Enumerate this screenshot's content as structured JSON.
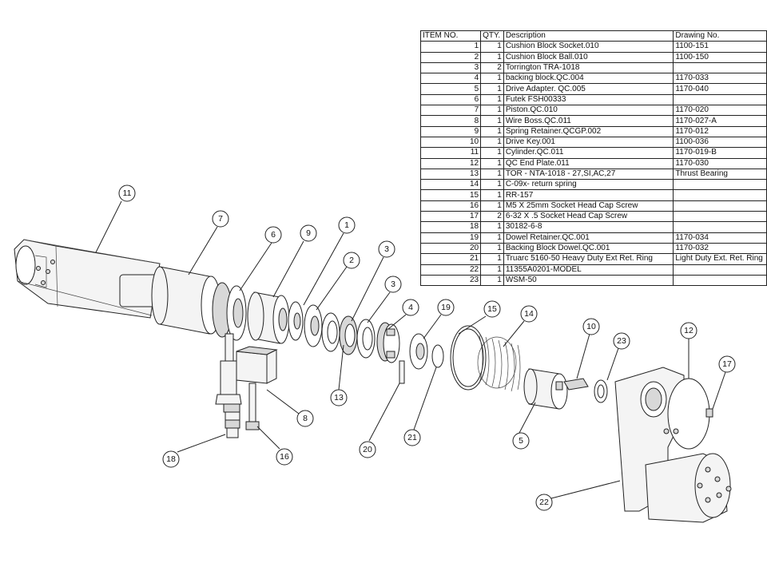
{
  "bom": {
    "headers": [
      "ITEM NO.",
      "QTY.",
      "Description",
      "Drawing No."
    ],
    "rows": [
      {
        "item": "1",
        "qty": "1",
        "desc": "Cushion Block Socket.010",
        "dwg": "1100-151"
      },
      {
        "item": "2",
        "qty": "1",
        "desc": "Cushion Block Ball.010",
        "dwg": "1100-150"
      },
      {
        "item": "3",
        "qty": "2",
        "desc": "Torrington TRA-1018",
        "dwg": ""
      },
      {
        "item": "4",
        "qty": "1",
        "desc": "backing block.QC.004",
        "dwg": "1170-033"
      },
      {
        "item": "5",
        "qty": "1",
        "desc": "Drive Adapter. QC.005",
        "dwg": "1170-040"
      },
      {
        "item": "6",
        "qty": "1",
        "desc": "Futek FSH00333",
        "dwg": ""
      },
      {
        "item": "7",
        "qty": "1",
        "desc": "Piston.QC.010",
        "dwg": "1170-020"
      },
      {
        "item": "8",
        "qty": "1",
        "desc": "Wire Boss.QC.011",
        "dwg": "1170-027-A"
      },
      {
        "item": "9",
        "qty": "1",
        "desc": "Spring Retainer.QCGP.002",
        "dwg": "1170-012"
      },
      {
        "item": "10",
        "qty": "1",
        "desc": "Drive Key.001",
        "dwg": "1100-036"
      },
      {
        "item": "11",
        "qty": "1",
        "desc": "Cylinder.QC.011",
        "dwg": "1170-019-B"
      },
      {
        "item": "12",
        "qty": "1",
        "desc": "QC End Plate.011",
        "dwg": "1170-030"
      },
      {
        "item": "13",
        "qty": "1",
        "desc": "TOR - NTA-1018 - 27,SI,AC,27",
        "dwg": "Thrust Bearing"
      },
      {
        "item": "14",
        "qty": "1",
        "desc": "C-09x- return spring",
        "dwg": ""
      },
      {
        "item": "15",
        "qty": "1",
        "desc": "RR-157",
        "dwg": ""
      },
      {
        "item": "16",
        "qty": "1",
        "desc": "M5 X 25mm Socket Head Cap Screw",
        "dwg": ""
      },
      {
        "item": "17",
        "qty": "2",
        "desc": "6-32 X .5 Socket Head Cap Screw",
        "dwg": ""
      },
      {
        "item": "18",
        "qty": "1",
        "desc": "30182-6-8",
        "dwg": ""
      },
      {
        "item": "19",
        "qty": "1",
        "desc": "Dowel Retainer.QC.001",
        "dwg": "1170-034"
      },
      {
        "item": "20",
        "qty": "1",
        "desc": "Backing Block Dowel.QC.001",
        "dwg": "1170-032"
      },
      {
        "item": "21",
        "qty": "1",
        "desc": "Truarc 5160-50 Heavy Duty Ext Ret. Ring",
        "dwg": "Light Duty Ext. Ret. Ring"
      },
      {
        "item": "22",
        "qty": "1",
        "desc": "11355A0201-MODEL",
        "dwg": ""
      },
      {
        "item": "23",
        "qty": "1",
        "desc": "WSM-50",
        "dwg": ""
      }
    ]
  },
  "balloons": [
    "11",
    "7",
    "6",
    "9",
    "1",
    "2",
    "3",
    "3",
    "4",
    "19",
    "15",
    "14",
    "10",
    "23",
    "12",
    "17",
    "13",
    "8",
    "18",
    "16",
    "20",
    "21",
    "5",
    "22"
  ]
}
